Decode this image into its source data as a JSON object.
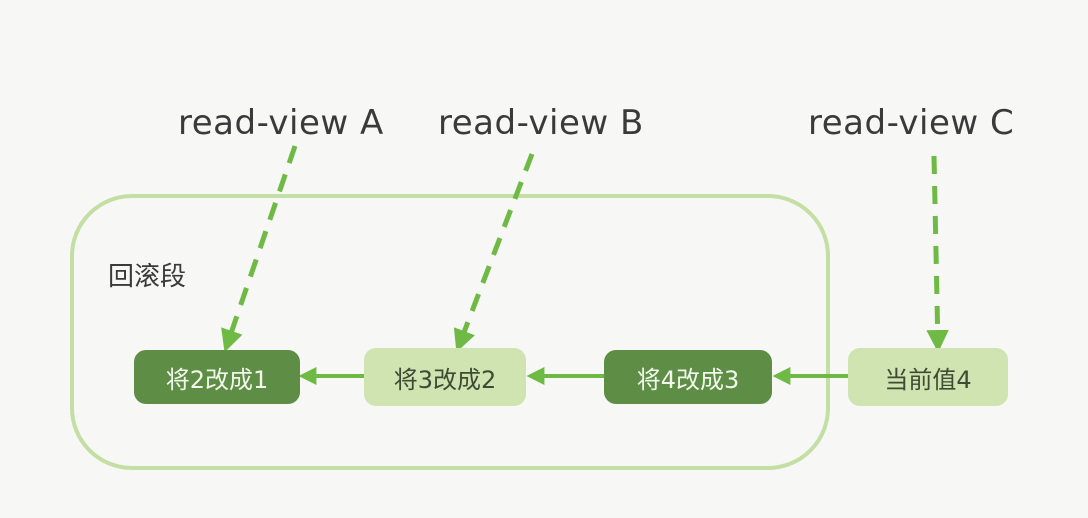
{
  "read_views": {
    "a": "read-view A",
    "b": "read-view B",
    "c": "read-view C"
  },
  "rollback_segment": {
    "label": "回滚段"
  },
  "versions": [
    {
      "label": "将2改成1",
      "style": "dark"
    },
    {
      "label": "将3改成2",
      "style": "light"
    },
    {
      "label": "将4改成3",
      "style": "dark"
    },
    {
      "label": "当前值4",
      "style": "light"
    }
  ],
  "colors": {
    "background": "#f7f7f5",
    "segment_outline": "#c4dfa3",
    "arrow": "#6fba45",
    "node_dark": "#5e8d45",
    "node_light": "#cfe4b0",
    "text": "#3a3a3a"
  }
}
